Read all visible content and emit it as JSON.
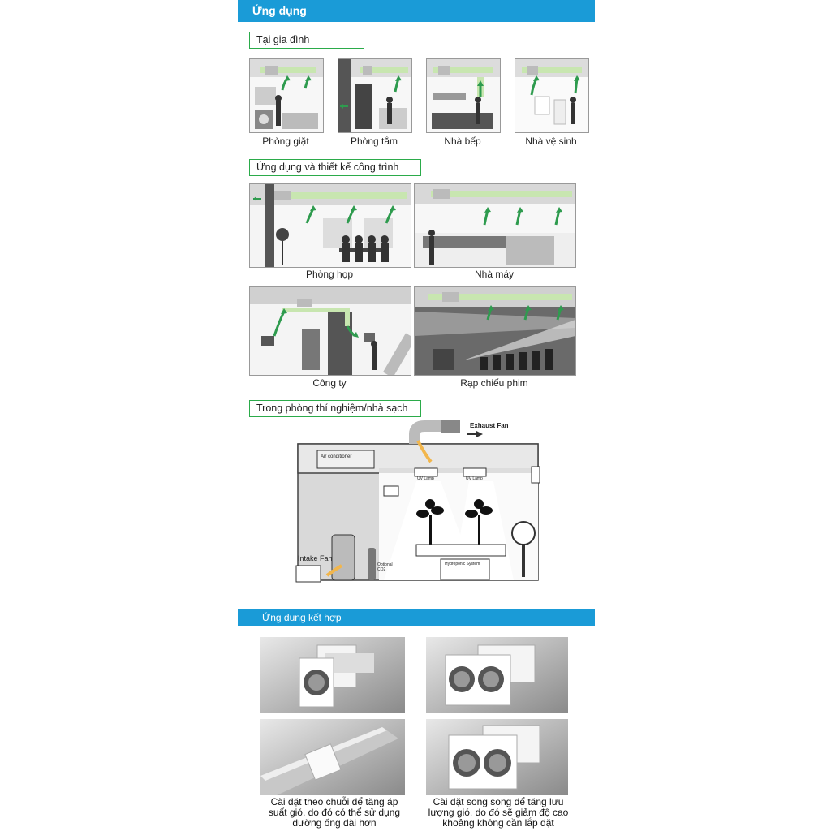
{
  "section_main": {
    "title": "Ứng dụng"
  },
  "home": {
    "label": "Tại gia đình",
    "rooms": [
      "Phòng giặt",
      "Phòng tắm",
      "Nhà bếp",
      "Nhà vệ sinh"
    ]
  },
  "construction": {
    "label": "Ứng dụng và thiết kế công trình",
    "rooms": [
      "Phòng họp",
      "Nhà máy",
      "Công ty",
      "Rạp chiếu phim"
    ]
  },
  "lab": {
    "label": "Trong phòng thí nghiệm/nhà sạch",
    "diagram": {
      "exhaust_fan": "Exhaust Fan",
      "air_conditioner": "Air conditioner",
      "uv_lamp_1": "UV Lamp",
      "uv_lamp_2": "UV Lamp",
      "intake_fan": "Intake Fan",
      "co2": "Optional CO2",
      "hydroponic": "Hydroponic System"
    }
  },
  "combined": {
    "title": "Ứng dụng kết hợp",
    "series_note": "Cài đặt theo chuỗi để tăng áp suất gió, do đó có thể sử dụng đường ống dài hơn",
    "parallel_note": "Cài đặt song song để tăng lưu lượng gió, do đó sẽ giảm độ cao khoảng không cần lắp đặt"
  },
  "colors": {
    "accent_blue": "#1a9bd7",
    "accent_green": "#2bab4a",
    "arrow_green": "#2e9b4e",
    "duct_green": "#c8e6b0"
  }
}
